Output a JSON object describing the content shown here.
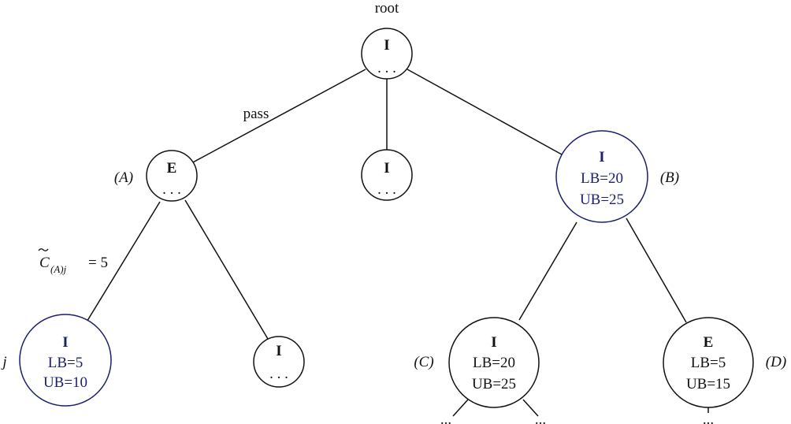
{
  "labels": {
    "root": "root",
    "pass": "pass",
    "A": "(A)",
    "B": "(B)",
    "C": "(C)",
    "D": "(D)",
    "j": "j",
    "cost_C": "C",
    "cost_sub": "(A)j",
    "cost_eq": "= 5"
  },
  "nodes": {
    "root": {
      "type": "I",
      "line": ". . ."
    },
    "A": {
      "type": "E",
      "line": ". . ."
    },
    "middle": {
      "type": "I",
      "line": ". . ."
    },
    "B": {
      "type": "I",
      "lb": "LB=20",
      "ub": "UB=25"
    },
    "j": {
      "type": "I",
      "lb": "LB=5",
      "ub": "UB=10"
    },
    "A_right": {
      "type": "I",
      "line": ". . ."
    },
    "C": {
      "type": "I",
      "lb": "LB=20",
      "ub": "UB=25"
    },
    "D": {
      "type": "E",
      "lb": "LB=5",
      "ub": "UB=15"
    }
  },
  "continuations": [
    "...",
    "...",
    "..."
  ],
  "colors": {
    "highlight": "#1a1f6e",
    "default": "#111111"
  }
}
